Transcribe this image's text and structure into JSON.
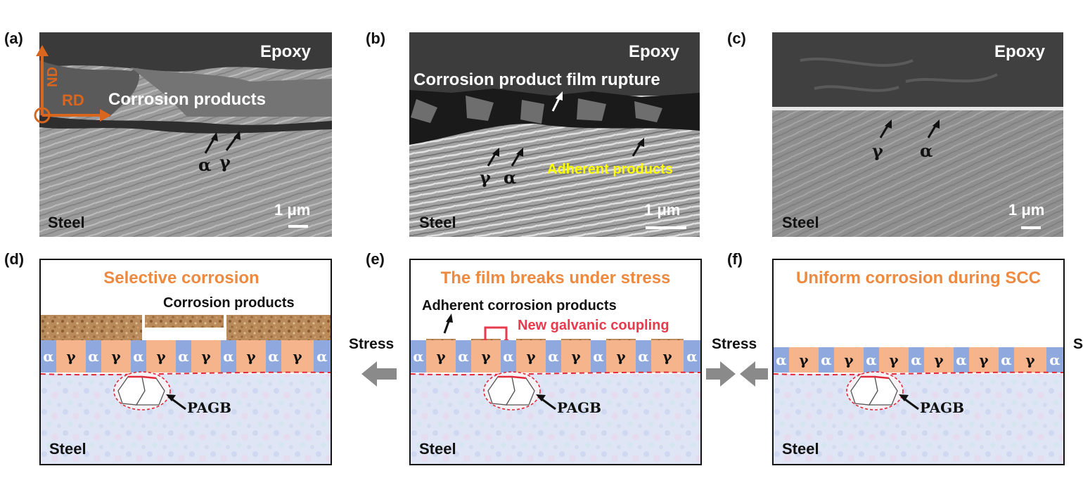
{
  "panels": {
    "a": {
      "label": "(a)",
      "epoxy": "Epoxy",
      "corrosion": "Corrosion products",
      "steel": "Steel",
      "scale": "1 μm",
      "phase1": "α",
      "phase2": "γ",
      "axis_nd": "ND",
      "axis_rd": "RD"
    },
    "b": {
      "label": "(b)",
      "epoxy": "Epoxy",
      "rupture": "Corrosion product film rupture",
      "adherent": "Adherent products",
      "steel": "Steel",
      "scale": "1 μm",
      "phase1": "γ",
      "phase2": "α"
    },
    "c": {
      "label": "(c)",
      "epoxy": "Epoxy",
      "steel": "Steel",
      "scale": "1 μm",
      "phase1": "γ",
      "phase2": "α"
    },
    "d": {
      "label": "(d)",
      "title": "Selective corrosion",
      "corrosion": "Corrosion products",
      "pagb": "PAGB",
      "steel": "Steel"
    },
    "e": {
      "label": "(e)",
      "title": "The film breaks under stress",
      "adherent": "Adherent corrosion products",
      "galvanic": "New galvanic coupling",
      "pagb": "PAGB",
      "steel": "Steel"
    },
    "f": {
      "label": "(f)",
      "title": "Uniform corrosion during SCC",
      "pagb": "PAGB",
      "steel": "Steel"
    }
  },
  "stress_left": "Stress",
  "stress_mid": "Stress",
  "stress_right": "S",
  "phase_alpha": "α",
  "phase_gamma": "γ",
  "colors": {
    "alpha": "#8fa9de",
    "gamma": "#f5b48b",
    "title": "#ed8a3f",
    "axis": "#d9661f",
    "galvanic": "#e8394d",
    "adherent_label": "#ffff00",
    "corrosion_product": "#b98a5a"
  }
}
